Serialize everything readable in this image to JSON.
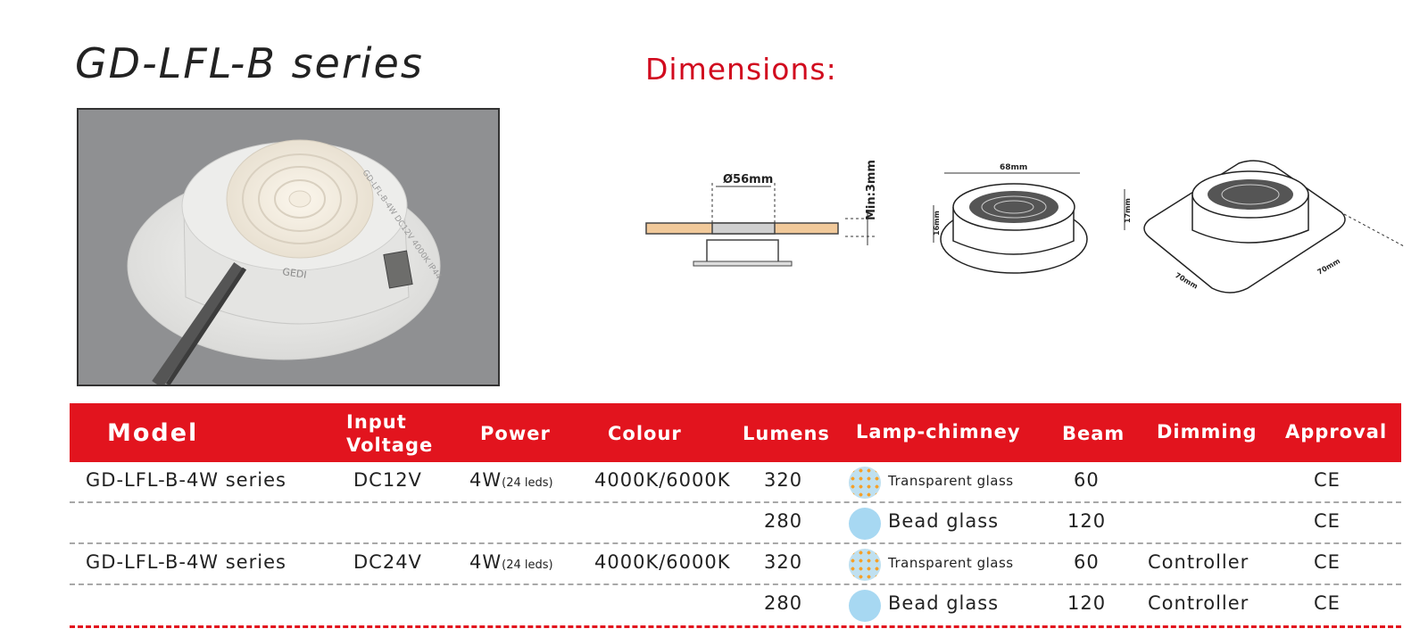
{
  "header": {
    "series_title": "GD-LFL-B series",
    "dimensions_title": "Dimensions:"
  },
  "photo": {
    "label_brand": "GEDI",
    "label_model": "GD-LFL-B-4W DC12V 4000K IP44",
    "body_color": "#e8e8e6",
    "background_color": "#8f9092"
  },
  "dimensions": {
    "cutout": "Ø56mm",
    "min_thickness": "Min:3mm",
    "width_label": "68mm",
    "height_label_1": "16mm",
    "height_label_2": "17mm",
    "plate_w": "70mm",
    "plate_h": "70mm"
  },
  "table": {
    "headers": {
      "model": "Model",
      "input_voltage_1": "Input",
      "input_voltage_2": "Voltage",
      "power": "Power",
      "colour": "Colour",
      "lumens": "Lumens",
      "lamp_chimney": "Lamp-chimney",
      "beam": "Beam",
      "dimming": "Dimming",
      "approval": "Approval"
    },
    "rows": [
      {
        "model": "GD-LFL-B-4W series",
        "voltage": "DC12V",
        "power": "4W",
        "power_note": "(24 leds)",
        "colour": "4000K/6000K",
        "lumens": "320",
        "lamp_chimney": "Transparent glass",
        "lamp_icon": "transparent-glass-icon",
        "beam": "60",
        "dimming": "",
        "approval": "CE"
      },
      {
        "model": "",
        "voltage": "",
        "power": "",
        "power_note": "",
        "colour": "",
        "lumens": "280",
        "lamp_chimney": "Bead glass",
        "lamp_icon": "bead-glass-icon",
        "beam": "120",
        "dimming": "",
        "approval": "CE"
      },
      {
        "model": "GD-LFL-B-4W series",
        "voltage": "DC24V",
        "power": "4W",
        "power_note": "(24 leds)",
        "colour": "4000K/6000K",
        "lumens": "320",
        "lamp_chimney": "Transparent glass",
        "lamp_icon": "transparent-glass-icon",
        "beam": "60",
        "dimming": "Controller",
        "approval": "CE"
      },
      {
        "model": "",
        "voltage": "",
        "power": "",
        "power_note": "",
        "colour": "",
        "lumens": "280",
        "lamp_chimney": "Bead glass",
        "lamp_icon": "bead-glass-icon",
        "beam": "120",
        "dimming": "Controller",
        "approval": "CE"
      }
    ]
  },
  "colors": {
    "accent_red": "#e2141e",
    "title_red": "#d10a1e"
  }
}
